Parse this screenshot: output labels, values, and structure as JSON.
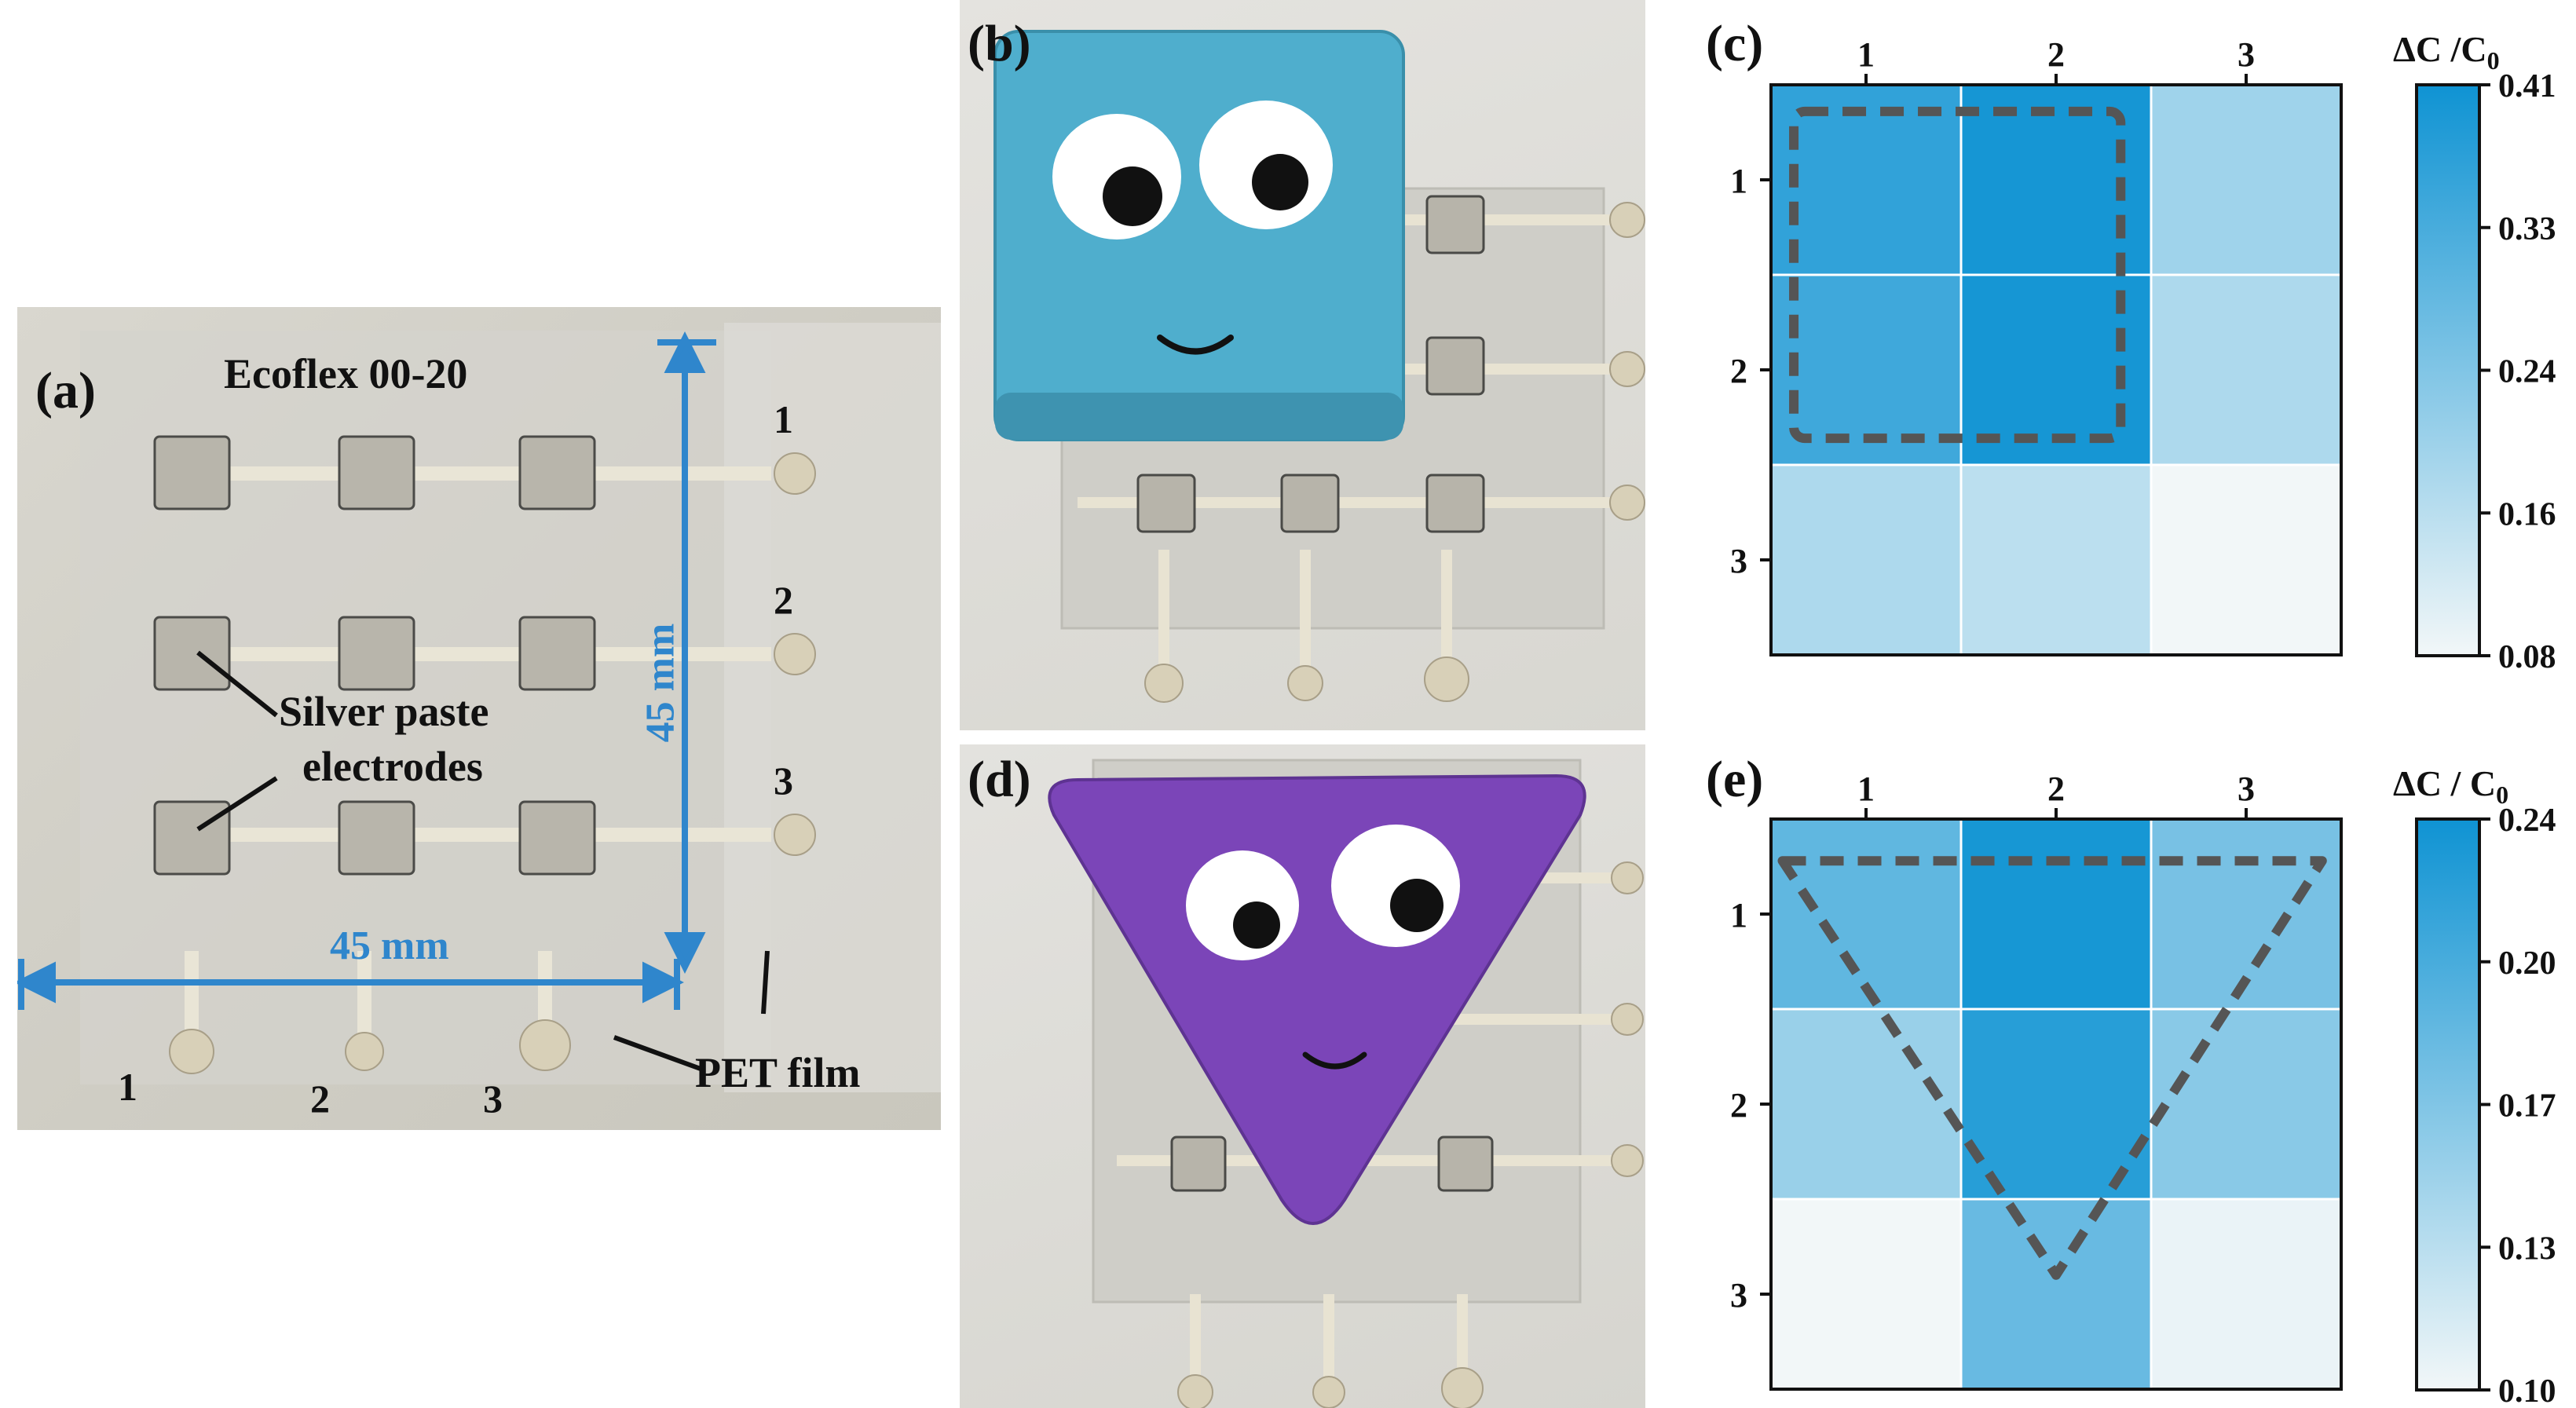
{
  "panel_a": {
    "label": "(a)",
    "material": "Ecoflex 00-20",
    "electrode_label_1": "Silver paste",
    "electrode_label_2": "electrodes",
    "film_label": "PET film",
    "dim_vertical": "45 mm",
    "dim_horizontal": "45 mm",
    "row_numbers": [
      "1",
      "2",
      "3"
    ],
    "col_numbers": [
      "1",
      "2",
      "3"
    ]
  },
  "panel_b": {
    "label": "(b)"
  },
  "panel_d": {
    "label": "(d)"
  },
  "panel_c": {
    "label": "(c)"
  },
  "panel_e": {
    "label": "(e)"
  },
  "colors": {
    "cmap_low": "#f2f7f8",
    "cmap_high": "#0f93d3",
    "dash": "#555555",
    "dimension": "#2f86cc"
  },
  "chart_data": [
    {
      "type": "heatmap",
      "panel": "(c)",
      "x_ticks": [
        "1",
        "2",
        "3"
      ],
      "y_ticks": [
        "1",
        "2",
        "3"
      ],
      "values": [
        [
          0.36,
          0.4,
          0.2
        ],
        [
          0.34,
          0.4,
          0.18
        ],
        [
          0.18,
          0.16,
          0.08
        ]
      ],
      "colorbar_label": "ΔC /C",
      "colorbar_sub": "0",
      "colorbar_ticks": [
        "0.41",
        "0.33",
        "0.24",
        "0.16",
        "0.08"
      ],
      "range": [
        0.08,
        0.41
      ],
      "overlay": "dashed square"
    },
    {
      "type": "heatmap",
      "panel": "(e)",
      "x_ticks": [
        "1",
        "2",
        "3"
      ],
      "y_ticks": [
        "1",
        "2",
        "3"
      ],
      "values": [
        [
          0.19,
          0.235,
          0.175
        ],
        [
          0.155,
          0.225,
          0.165
        ],
        [
          0.1,
          0.185,
          0.105
        ]
      ],
      "colorbar_label": "ΔC / C",
      "colorbar_sub": "0",
      "colorbar_ticks": [
        "0.24",
        "0.20",
        "0.17",
        "0.13",
        "0.10"
      ],
      "range": [
        0.1,
        0.24
      ],
      "overlay": "dashed triangle"
    }
  ]
}
